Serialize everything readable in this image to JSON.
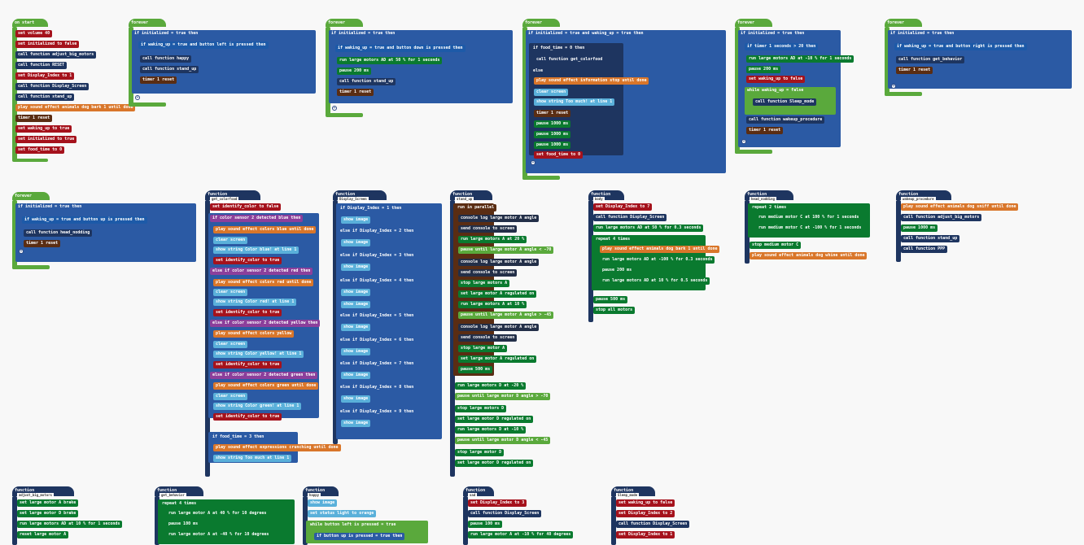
{
  "hats": {
    "on_start": "on start",
    "forever": "forever",
    "function": "function"
  },
  "function_names": [
    "get_colorfood",
    "Display_Screen",
    "stand_up",
    "body",
    "head_nodding",
    "wakeup_procedure",
    "adjust_big_motors",
    "get_behavior",
    "happy",
    "sad",
    "Sleep_mode"
  ],
  "on_start_rows": [
    "set volume 40",
    "set initialized to false",
    "call function adjust_big_motors",
    "call function RESET",
    "set Display_Index to 1",
    "call function Display_Screen",
    "call function stand_up",
    "play sound effect animals dog bark 1 until done",
    "timer 1 reset",
    "set waking_up to true",
    "set initialized to true",
    "set food_time to 0"
  ],
  "forever1_rows": [
    "if initialized = true then",
    "if waking_up = true and button left is pressed then",
    "call function happy",
    "call function stand_up",
    "timer 1 reset"
  ],
  "forever2_rows": [
    "if initialized = true then",
    "if waking_up = true and button down is pressed then",
    "run large motors AD at 50 % for 1 seconds",
    "pause 200 ms",
    "call function stand_up",
    "timer 1 reset"
  ],
  "forever3_rows": [
    "if initialized = true and waking_up = true then",
    "if food_time = 0 then",
    "call function get_colorfood",
    "else",
    "play sound effect information stop until done",
    "clear screen",
    "show string Too much! at line 1",
    "timer 1 reset",
    "pause 1000 ms",
    "pause 1000 ms",
    "pause 1000 ms",
    "set food_time to 0"
  ],
  "forever4_rows": [
    "if initialized = true then",
    "if timer 1 seconds > 20 then",
    "run large motors AD at -10 % for 1 seconds",
    "pause 200 ms",
    "set waking_up to false",
    "while waking_up = false",
    "call function Sleep_mode",
    "call function wakeup_procedure",
    "timer 1 reset"
  ],
  "forever5_rows": [
    "if initialized = true then",
    "if waking_up = true and button right is pressed then",
    "call function get_behavior",
    "timer 1 reset"
  ],
  "forever6_rows": [
    "if initialized = true then",
    "if waking_up = true and button up is pressed then",
    "call function head_nodding",
    "timer 1 reset"
  ],
  "colorfood_rows": [
    "set identify_color to false",
    "if color sensor 2 detected blue then",
    "play sound effect colors blue until done",
    "clear screen",
    "show string Color blue! at line 1",
    "set identify_color to true",
    "else if color sensor 2 detected red then",
    "play sound effect colors red until done",
    "clear screen",
    "show string Color red! at line 1",
    "set identify_color to true",
    "else if color sensor 2 detected yellow then",
    "play sound effect colors yellow",
    "clear screen",
    "show string Color yellow! at line 1",
    "set identify_color to true",
    "else if color sensor 2 detected green then",
    "play sound effect colors green until done",
    "clear screen",
    "show string Color green! at line 1",
    "set identify_color to true",
    "if food_time = 3 then",
    "play sound effect expressions crunching until done",
    "show string Too much at line 1"
  ],
  "display_rows": [
    "if Display_Index = 1 then",
    "show image",
    "else if Display_Index = 2 then",
    "show image",
    "else if Display_Index = 3 then",
    "show image",
    "else if Display_Index = 4 then",
    "show image",
    "show image",
    "else if Display_Index = 5 then",
    "show image",
    "else if Display_Index = 6 then",
    "show image",
    "else if Display_Index = 7 then",
    "show image",
    "else if Display_Index = 8 then",
    "show image",
    "else if Display_Index = 9 then",
    "show image"
  ],
  "standup_rows": [
    "run in parallel",
    "console log large motor A angle",
    "send console to screen",
    "run large motors A at 20 %",
    "pause until large motor A angle < -70",
    "console log large motor A angle",
    "send console to screen",
    "stop large motors A",
    "set large motor A regulated on",
    "run large motors A at 10 %",
    "pause until large motor A angle > -45",
    "console log large motor A angle",
    "send console to screen",
    "stop large motor A",
    "set large motor A regulated on",
    "pause 500 ms",
    "run large motors D at -20 %",
    "pause until large motor D angle > -70",
    "stop large motors D",
    "set large motor D regulated on",
    "run large motors D at -10 %",
    "pause until large motor D angle < -45",
    "stop large motor D",
    "set large motor D regulated on"
  ],
  "body_rows": [
    "set Display_Index to 7",
    "call function Display_Screen",
    "run large motors AD at 50 % for 0.3 seconds",
    "repeat 4 times",
    "play sound effect animals dog bark 1 until done",
    "run large motors AD at -100 % for 0.3 seconds",
    "pause 200 ms",
    "run large motors AD at 10 % for 0.5 seconds",
    "pause 500 ms",
    "stop all motors"
  ],
  "head_rows": [
    "repeat 2 times",
    "run medium motor C at 100 % for 1 seconds",
    "run medium motor C at -100 % for 1 seconds",
    "stop medium motor C",
    "play sound effect animals dog whine until done"
  ],
  "wakeup_rows": [
    "play sound effect animals dog sniff until done",
    "call function adjust_big_motors",
    "pause 1000 ms",
    "call function stand_up",
    "call function PPP"
  ],
  "adjust_rows": [
    "set large motor A brake",
    "set large motor D brake",
    "run large motors AD at 10 % for 1 seconds",
    "reset large motor A"
  ],
  "behavior_rows": [
    "repeat 4 times",
    "run large motor A at 40 % for 10 degrees",
    "pause 100 ms",
    "run large motor A at -40 % for 10 degrees"
  ],
  "happy_rows": [
    "show image",
    "set status light to orange",
    "while button left is pressed = true",
    "if button up is pressed = true then"
  ],
  "sad_rows": [
    "set Display_Index to 3",
    "call function Display_Screen",
    "pause 100 ms",
    "run large motor A at -10 % for 40 degrees"
  ],
  "sleep_rows": [
    "set waking_up to false",
    "set Display_Index to 2",
    "call function Display_Screen",
    "set Display_Index to 1"
  ]
}
